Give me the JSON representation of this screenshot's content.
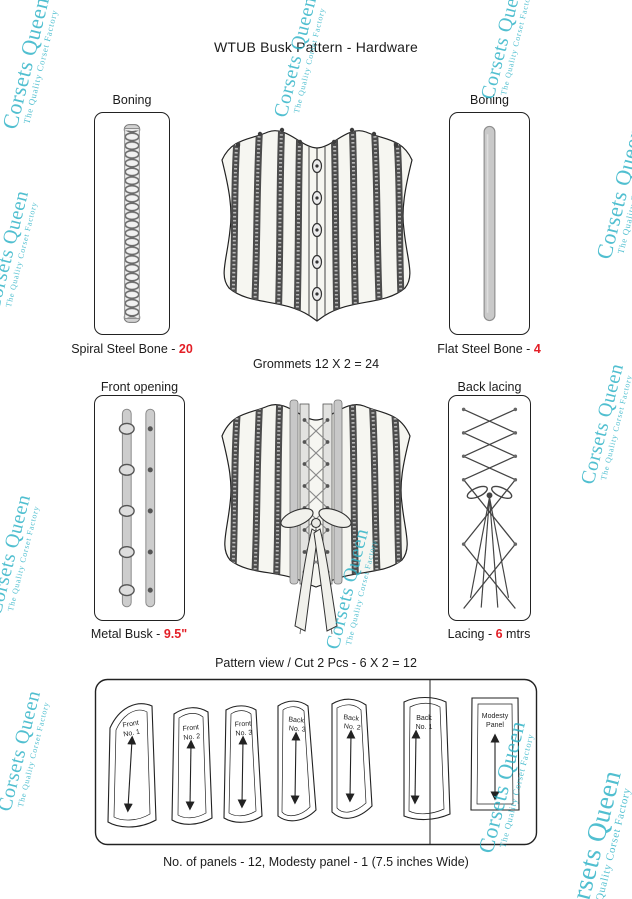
{
  "title": "WTUB Busk Pattern - Hardware",
  "watermark": {
    "name": "Corsets Queen",
    "tagline": "The Quality Corset Factory"
  },
  "top_row": {
    "left": {
      "box_label": "Boning",
      "caption_prefix": "Spiral Steel Bone - ",
      "caption_value": "20"
    },
    "right": {
      "box_label": "Boning",
      "caption_prefix": "Flat Steel Bone - ",
      "caption_value": "4"
    },
    "center_note": "Grommets 12 X 2 = 24"
  },
  "middle_row": {
    "left": {
      "box_label": "Front opening",
      "caption_prefix": "Metal Busk - ",
      "caption_value": "9.5\""
    },
    "right": {
      "box_label": "Back lacing",
      "caption_prefix": "Lacing  - ",
      "caption_value": "6",
      "caption_suffix": " mtrs"
    }
  },
  "pattern_section": {
    "title": "Pattern view / Cut 2 Pcs - 6 X 2 = 12",
    "pieces": [
      {
        "line1": "Front",
        "line2": "No. 1"
      },
      {
        "line1": "Front",
        "line2": "No. 2"
      },
      {
        "line1": "Front",
        "line2": "No. 3"
      },
      {
        "line1": "Back",
        "line2": "No. 3"
      },
      {
        "line1": "Back",
        "line2": "No. 2"
      },
      {
        "line1": "Back",
        "line2": "No. 1"
      },
      {
        "line1": "Modesty",
        "line2": "Panel"
      }
    ],
    "footer": "No. of panels - 12, Modesty panel - 1 (7.5 inches Wide)"
  },
  "colors": {
    "accent_red": "#e31e26",
    "watermark": "#2bb2c6"
  }
}
